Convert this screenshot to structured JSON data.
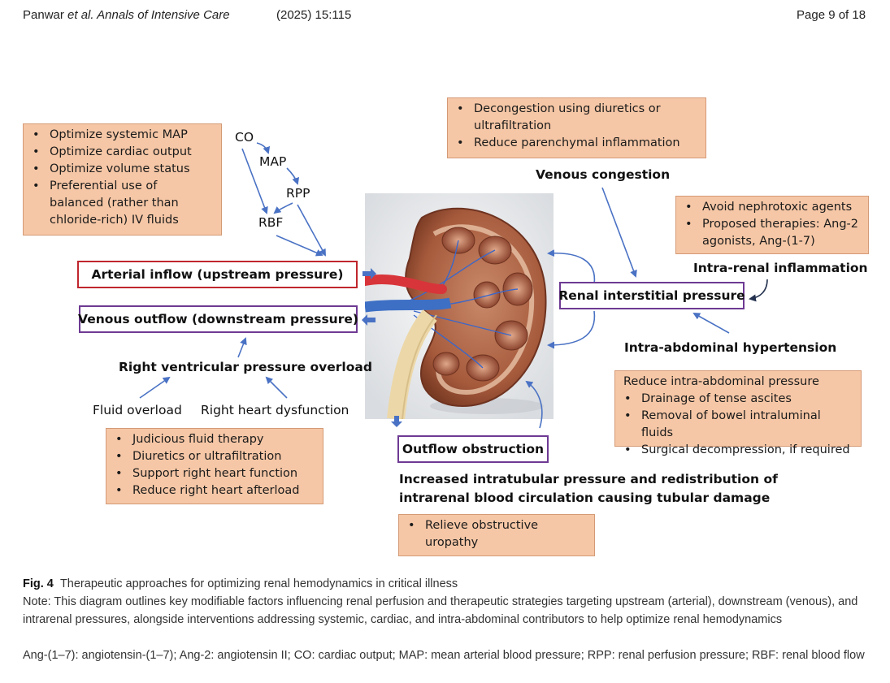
{
  "header": {
    "authors": "Panwar",
    "etal": " et al.",
    "journal": " Annals of Intensive Care",
    "year_vol": "(2025) 15:115",
    "page": "Page 9 of 18"
  },
  "boxes": {
    "upstream_opt": [
      "Optimize systemic MAP",
      "Optimize cardiac output",
      "Optimize volume status",
      "Preferential use of balanced (rather than chloride-rich) IV fluids"
    ],
    "decongestion": [
      "Decongestion using diuretics or ultrafiltration",
      "Reduce parenchymal inflammation"
    ],
    "nephrotoxic": [
      "Avoid nephrotoxic agents",
      "Proposed therapies: Ang-2 agonists, Ang-(1-7)"
    ],
    "iap_title": "Reduce intra-abdominal pressure",
    "iap": [
      "Drainage of tense ascites",
      "Removal of bowel intraluminal fluids",
      "Surgical decompression, if required"
    ],
    "rv": [
      "Judicious fluid therapy",
      "Diuretics or ultrafiltration",
      "Support right heart function",
      "Reduce right heart afterload"
    ],
    "obstruction": [
      "Relieve obstructive uropathy"
    ]
  },
  "chain": {
    "co": "CO",
    "map": "MAP",
    "rpp": "RPP",
    "rbf": "RBF"
  },
  "labels": {
    "arterial_inflow": "Arterial inflow (upstream pressure)",
    "venous_outflow": "Venous outflow (downstream pressure)",
    "rv_overload": "Right ventricular pressure overload",
    "fluid_overload": "Fluid overload",
    "rh_dysfunction": "Right heart dysfunction",
    "venous_congestion": "Venous congestion",
    "intrarenal_inflammation": "Intra-renal inflammation",
    "renal_interstitial": "Renal interstitial pressure",
    "iah": "Intra-abdominal hypertension",
    "outflow_obstruction": "Outflow obstruction",
    "tubular_line1": "Increased intratubular pressure and redistribution of",
    "tubular_line2": "intrarenal blood circulation causing tubular damage"
  },
  "caption": {
    "fig": "Fig. 4",
    "title": "Therapeutic approaches for optimizing renal hemodynamics in critical illness",
    "note": "Note: This diagram outlines key modifiable factors influencing renal perfusion and therapeutic strategies targeting upstream (arterial), downstream (venous), and intrarenal pressures, alongside interventions addressing systemic, cardiac, and intra-abdominal contributors to help optimize renal hemodynamics",
    "abbrev": "Ang-(1–7): angiotensin-(1–7); Ang-2: angiotensin II; CO: cardiac output; MAP: mean arterial blood pressure; RPP: renal perfusion pressure; RBF: renal blood flow"
  },
  "colors": {
    "box_fill": "#f6c7a6",
    "arrow_blue": "#4a72c4",
    "frame_red": "#c0262d",
    "frame_purple": "#6e3a93"
  }
}
